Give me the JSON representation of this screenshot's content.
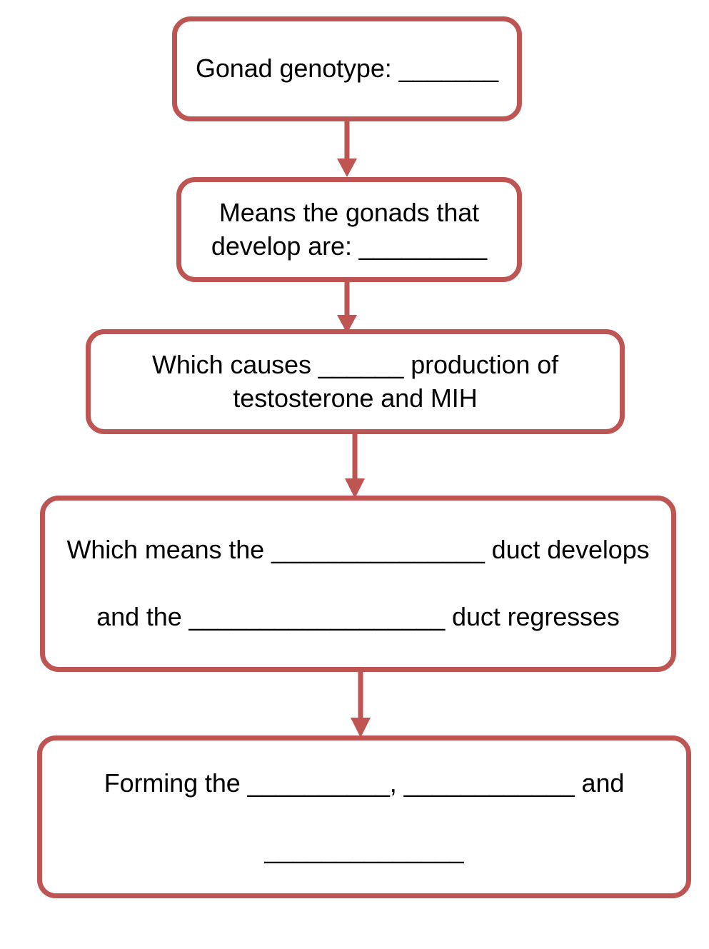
{
  "diagram": {
    "title": "Gonad genotype development flowchart",
    "stroke_color": "#be5553",
    "text_color": "#000000",
    "background_color": "#ffffff",
    "nodes": [
      {
        "id": "gonad-genotype",
        "lines": [
          "Gonad genotype: _______"
        ]
      },
      {
        "id": "gonads-that-develop",
        "lines": [
          "Means the gonads that",
          "develop are: _________"
        ]
      },
      {
        "id": "hormone-production",
        "lines": [
          "Which causes ______ production of",
          "testosterone and MIH"
        ]
      },
      {
        "id": "duct-development",
        "lines": [
          "Which means the _______________ duct develops",
          "",
          "and the __________________ duct regresses"
        ]
      },
      {
        "id": "structures-formed",
        "lines": [
          "Forming the __________, ____________ and",
          "",
          "______________"
        ]
      }
    ],
    "connectors": [
      {
        "id": "arrow-1-to-2",
        "from": "gonad-genotype",
        "to": "gonads-that-develop"
      },
      {
        "id": "arrow-2-to-3",
        "from": "gonads-that-develop",
        "to": "hormone-production"
      },
      {
        "id": "arrow-3-to-4",
        "from": "hormone-production",
        "to": "duct-development"
      },
      {
        "id": "arrow-4-to-5",
        "from": "duct-development",
        "to": "structures-formed"
      }
    ]
  }
}
